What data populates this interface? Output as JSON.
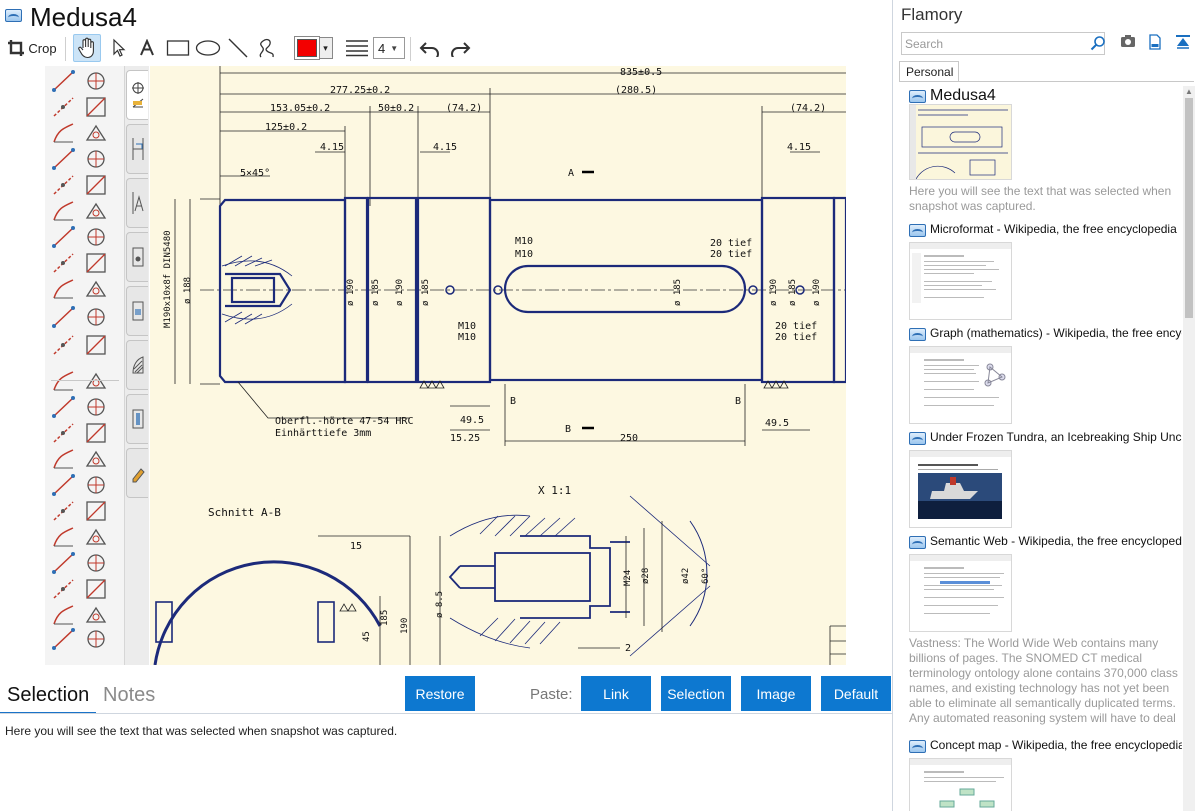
{
  "document": {
    "title": "Medusa4"
  },
  "toolbar": {
    "crop_label": "Crop",
    "line_width_value": "4",
    "color": "#f30000"
  },
  "drawing": {
    "dims": [
      "835±0.5",
      "277.25±0.2",
      "(280.5)",
      "153.05±0.2",
      "50±0.2",
      "(74.2)",
      "(74.2)",
      "125±0.2",
      "4.15",
      "4.15",
      "4.15",
      "5×45°",
      "49.5",
      "49.5",
      "15.25",
      "250",
      "15",
      "45",
      "2",
      "M10",
      "M10",
      "20 tief",
      "20 tief",
      "M10",
      "M10",
      "20 tief",
      "20 tief"
    ],
    "labels": {
      "section_a": "A",
      "section_b1": "B",
      "section_b2": "B",
      "section_b3": "B",
      "surface_note1": "Oberfl.-hörte 47-54 HRC",
      "surface_note2": "Einhärttiefe 3mm",
      "scale": "X 1:1",
      "section_view": "Schnitt A-B",
      "thread_spec": "M190x10x8f DIN5480",
      "dia1": "ø 188",
      "dia2": "ø 190",
      "dia3": "ø 185",
      "dia4": "ø 190",
      "dia5": "ø 185",
      "dia6": "ø 185",
      "dia7": "ø 190",
      "dia8": "ø 185",
      "dia9": "ø 190",
      "s_m24": "M24",
      "s_d28": "ø28",
      "s_d42": "ø42",
      "s_60": "60°",
      "s_85": "ø 8.5",
      "s_185": "185",
      "s_190": "190"
    }
  },
  "panel": {
    "tab_selection": "Selection",
    "tab_notes": "Notes",
    "restore_label": "Restore",
    "paste_label": "Paste:",
    "link_label": "Link",
    "selection_label": "Selection",
    "image_label": "Image",
    "default_label": "Default",
    "selection_text": "Here you will see the text that was selected when snapshot was captured."
  },
  "sidebar": {
    "app_name": "Flamory",
    "search_placeholder": "Search",
    "tab_personal": "Personal",
    "items": [
      {
        "title": "Medusa4",
        "desc": "Here you will see the text that was selected when snapshot was captured."
      },
      {
        "title": "Microformat - Wikipedia, the free encyclopedia",
        "desc": ""
      },
      {
        "title": "Graph (mathematics) - Wikipedia, the free encyclopedia",
        "desc": ""
      },
      {
        "title": "Under Frozen Tundra, an Icebreaking Ship Uncovers",
        "desc": ""
      },
      {
        "title": "Semantic Web - Wikipedia, the free encyclopedia",
        "desc": "Vastness: The World Wide Web contains many billions of pages. The SNOMED CT medical terminology ontology alone contains 370,000 class names, and existing technology has not yet been able to eliminate all semantically duplicated terms. Any automated reasoning system will have to deal with truly huge inputs."
      },
      {
        "title": "Concept map - Wikipedia, the free encyclopedia",
        "desc": ""
      }
    ]
  }
}
